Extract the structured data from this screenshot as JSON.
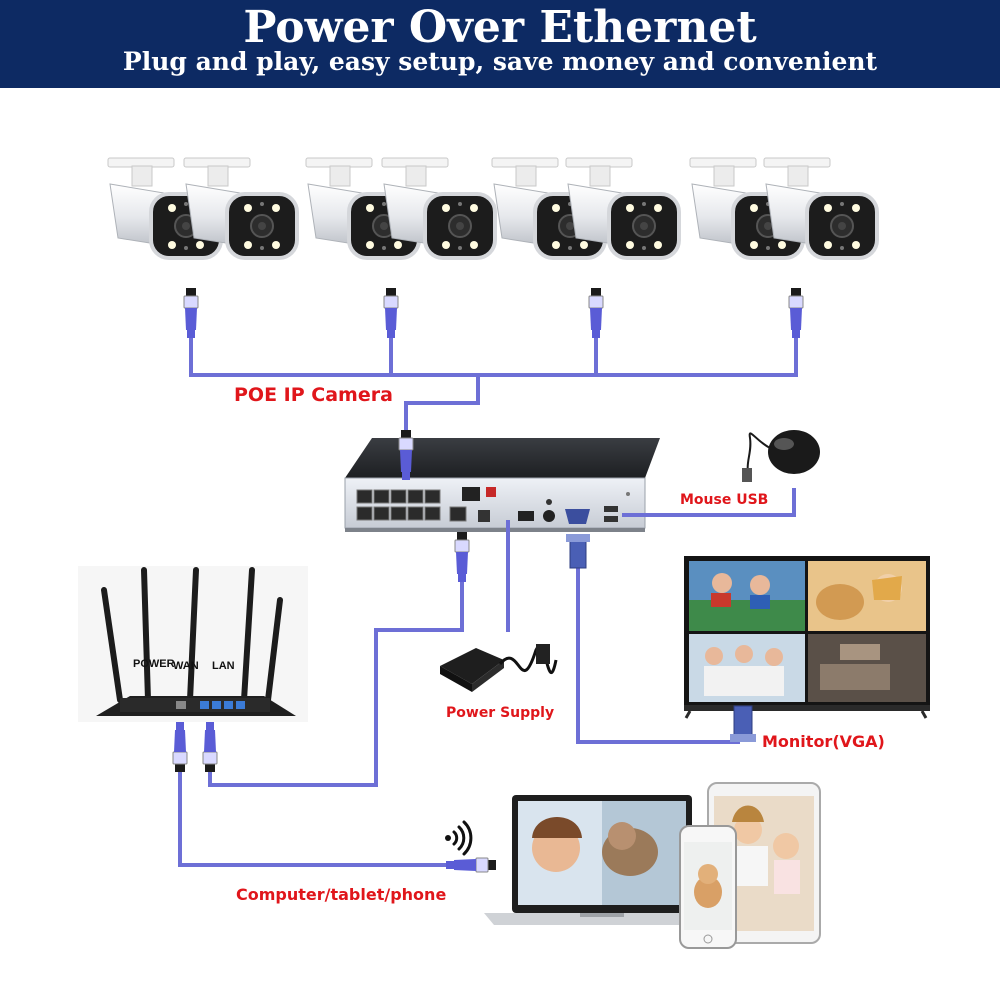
{
  "header": {
    "title": "Power Over Ethernet",
    "subtitle": "Plug and play, easy setup, save money and convenient"
  },
  "labels": {
    "poe_camera": "POE IP Camera",
    "mouse_usb": "Mouse USB",
    "power_supply": "Power Supply",
    "monitor": "Monitor(VGA)",
    "devices": "Computer/tablet/phone"
  },
  "router": {
    "power": "POWER",
    "wan": "WAN",
    "lan": "LAN"
  },
  "icons": [
    "bullet-camera-icon",
    "rj45-plug-icon",
    "nvr-icon",
    "mouse-icon",
    "router-icon",
    "power-adapter-icon",
    "monitor-icon",
    "vga-plug-icon",
    "wifi-icon",
    "laptop-icon",
    "tablet-icon",
    "phone-icon"
  ],
  "colors": {
    "banner": "#0d2a63",
    "cable": "#6d6fd6",
    "label_red": "#e0161b"
  }
}
